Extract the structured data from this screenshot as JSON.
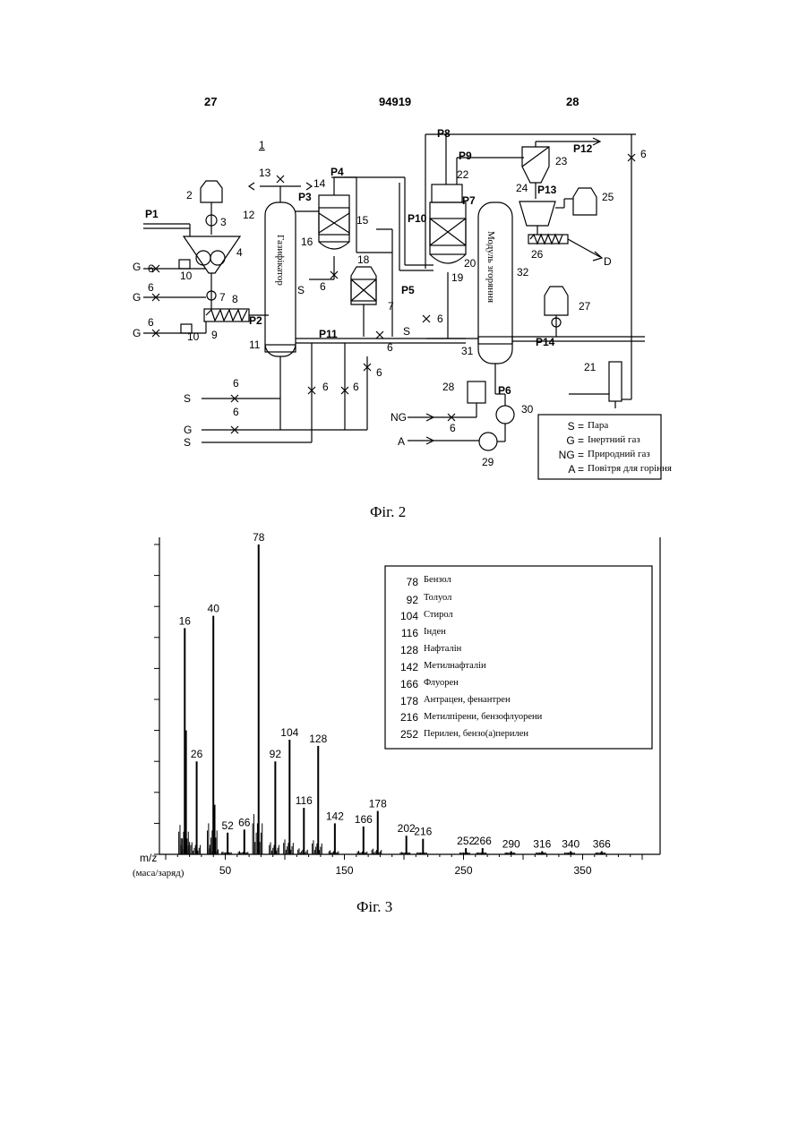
{
  "header": {
    "left": "27",
    "center": "94919",
    "right": "28"
  },
  "fig2": {
    "caption": "Фіг. 2",
    "title_mark": "1",
    "gasifier_text": "Газифікатор",
    "combustion_text": "Модуль згоряння",
    "streams": [
      "P1",
      "P2",
      "P3",
      "P4",
      "P5",
      "P6",
      "P7",
      "P8",
      "P9",
      "P10",
      "P11",
      "P12",
      "P13",
      "P14"
    ],
    "numbers": [
      "2",
      "3",
      "4",
      "6",
      "7",
      "8",
      "9",
      "10",
      "11",
      "12",
      "13",
      "14",
      "15",
      "16",
      "18",
      "19",
      "20",
      "21",
      "22",
      "23",
      "24",
      "25",
      "26",
      "27",
      "28",
      "29",
      "30",
      "31",
      "32"
    ],
    "inputs": {
      "S": "S",
      "G": "G",
      "NG": "NG",
      "A": "A",
      "D": "D"
    },
    "legend": [
      {
        "key": "S =",
        "text": "Пара"
      },
      {
        "key": "G =",
        "text": "Інертний газ"
      },
      {
        "key": "NG =",
        "text": "Природний газ"
      },
      {
        "key": "A =",
        "text": "Повітря для горіння"
      }
    ]
  },
  "fig3": {
    "caption": "Фіг. 3",
    "xaxis_label": "m/z",
    "xaxis_sublabel": "(маса/заряд)",
    "legend": [
      {
        "mz": "78",
        "name": "Бензол"
      },
      {
        "mz": "92",
        "name": "Толуол"
      },
      {
        "mz": "104",
        "name": "Стирол"
      },
      {
        "mz": "116",
        "name": "Інден"
      },
      {
        "mz": "128",
        "name": "Нафталін"
      },
      {
        "mz": "142",
        "name": "Метилнафталіи"
      },
      {
        "mz": "166",
        "name": "Флуорен"
      },
      {
        "mz": "178",
        "name": "Антрацен, фенантрен"
      },
      {
        "mz": "216",
        "name": "Метилпірени, бензофлуорени"
      },
      {
        "mz": "252",
        "name": "Перилен, бензо(а)перилен"
      }
    ],
    "chart_data": {
      "type": "bar",
      "xlabel": "m/z (маса/заряд)",
      "ylabel": "",
      "xlim": [
        0,
        420
      ],
      "xticks": [
        50,
        150,
        250,
        350
      ],
      "ylim": [
        0,
        100
      ],
      "peaks": [
        {
          "mz": 16,
          "value": 73,
          "label": "16"
        },
        {
          "mz": 17,
          "value": 40,
          "label": ""
        },
        {
          "mz": 26,
          "value": 30,
          "label": "26"
        },
        {
          "mz": 40,
          "value": 77,
          "label": "40"
        },
        {
          "mz": 41,
          "value": 16,
          "label": ""
        },
        {
          "mz": 52,
          "value": 7,
          "label": "52"
        },
        {
          "mz": 66,
          "value": 8,
          "label": "66"
        },
        {
          "mz": 78,
          "value": 100,
          "label": "78"
        },
        {
          "mz": 92,
          "value": 30,
          "label": "92"
        },
        {
          "mz": 104,
          "value": 37,
          "label": "104"
        },
        {
          "mz": 116,
          "value": 15,
          "label": "116"
        },
        {
          "mz": 128,
          "value": 35,
          "label": "128"
        },
        {
          "mz": 142,
          "value": 10,
          "label": "142"
        },
        {
          "mz": 166,
          "value": 9,
          "label": "166"
        },
        {
          "mz": 178,
          "value": 14,
          "label": "178"
        },
        {
          "mz": 202,
          "value": 6,
          "label": "202"
        },
        {
          "mz": 216,
          "value": 5,
          "label": "216"
        },
        {
          "mz": 252,
          "value": 2,
          "label": "252"
        },
        {
          "mz": 266,
          "value": 2,
          "label": "266"
        },
        {
          "mz": 290,
          "value": 1,
          "label": "290"
        },
        {
          "mz": 316,
          "value": 1,
          "label": "316"
        },
        {
          "mz": 340,
          "value": 1,
          "label": "340"
        },
        {
          "mz": 366,
          "value": 1,
          "label": "366"
        }
      ]
    }
  }
}
